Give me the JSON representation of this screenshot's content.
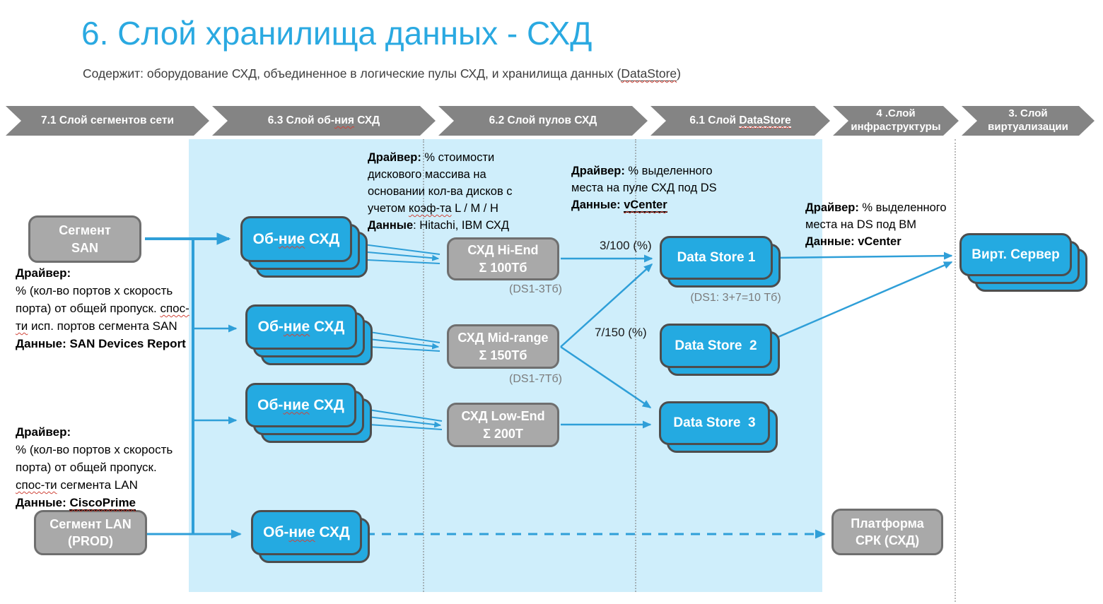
{
  "title": "6. Слой хранилища данных - СХД",
  "subtitle": {
    "prefix": "Содержит: оборудование СХД, объединенное в логические пулы СХД, и хранилища данных (",
    "link": "DataStore",
    "suffix": ")"
  },
  "band": {
    "s1": "7.1 Слой сегментов сети",
    "s2a": "6.3 Слой об-",
    "s2b": "ния",
    "s2c": " СХД",
    "s3": "6.2 Слой пулов СХД",
    "s4a": "6.1 Слой ",
    "s4b": "DataStore",
    "s5a": "4 .Слой",
    "s5b": "инфраструктуры",
    "s6a": "3. Слой",
    "s6b": "виртуализации"
  },
  "nodes": {
    "segment_san": {
      "l1": "Сегмент",
      "l2": "SAN"
    },
    "segment_lan": {
      "l1": "Сегмент LAN",
      "l2": "(PROD)"
    },
    "union": {
      "p1": "Об-",
      "p2": "ние",
      "p3": " СХД"
    },
    "sto_hi": {
      "l1": "СХД Hi-End",
      "l2": "Σ 100Тб"
    },
    "sto_mid": {
      "l1": "СХД Mid-range",
      "l2": "Σ 150Тб"
    },
    "sto_low": {
      "l1": "СХД Low-End",
      "l2": "Σ 200Т"
    },
    "ds1": "Data Store 1",
    "ds2": "Data Store  2",
    "ds3": "Data Store  3",
    "vm": "Вирт. Сервер",
    "srk": {
      "l1": "Платформа",
      "l2": "СРК (СХД)"
    }
  },
  "captions": {
    "hi": "(DS1-3Тб)",
    "mid": "(DS1-7Тб)",
    "ds1": "(DS1: 3+7=10 Тб)"
  },
  "edge_labels": {
    "hi_ds1": "3/100 (%)",
    "mid_ds1": "7/150 (%)"
  },
  "annotations": {
    "san_driver": [
      [
        {
          "t": "Драйвер:",
          "b": 1
        }
      ],
      [
        {
          "t": "% (кол-во портов х скорость"
        }
      ],
      [
        {
          "t": "порта) от общей пропуск. "
        },
        {
          "t": "спос-",
          "wavy": 1
        }
      ],
      [
        {
          "t": "ти",
          "wavy": 1
        },
        {
          "t": " исп. портов сегмента SAN"
        }
      ],
      [
        {
          "t": "Данные: SAN Devices Report",
          "b": 1
        }
      ]
    ],
    "lan_driver": [
      [
        {
          "t": "Драйвер:",
          "b": 1
        }
      ],
      [
        {
          "t": "% (кол-во портов х скорость"
        }
      ],
      [
        {
          "t": "порта) от общей пропуск."
        }
      ],
      [
        {
          "t": "спос-ти",
          "wavy": 1
        },
        {
          "t": " сегмента LAN"
        }
      ],
      [
        {
          "t": "Данные: ",
          "b": 1
        },
        {
          "t": "CiscoPrime",
          "b": 1,
          "u": 1,
          "wavy": 1
        }
      ]
    ],
    "pool_driver": [
      [
        {
          "t": "Драйвер:",
          "b": 1
        },
        {
          "t": " % стоимости"
        }
      ],
      [
        {
          "t": "дискового массива на"
        }
      ],
      [
        {
          "t": "основании кол-ва дисков с"
        }
      ],
      [
        {
          "t": "учетом "
        },
        {
          "t": "коэф-та",
          "wavy": 1
        },
        {
          "t": " L / M / H"
        }
      ],
      [
        {
          "t": "Данные",
          "b": 1
        },
        {
          "t": ": Hitachi,  IBM СХД"
        }
      ]
    ],
    "ds_driver": [
      [
        {
          "t": "Драйвер:",
          "b": 1
        },
        {
          "t": " % выделенного"
        }
      ],
      [
        {
          "t": "места на пуле СХД под DS"
        }
      ],
      [
        {
          "t": "Данные: ",
          "b": 1
        },
        {
          "t": "vCenter",
          "b": 1,
          "u": 1,
          "wavy": 1
        }
      ]
    ],
    "vm_driver": [
      [
        {
          "t": "Драйвер:",
          "b": 1
        },
        {
          "t": " % выделенного"
        }
      ],
      [
        {
          "t": "места на DS под ВМ"
        }
      ],
      [
        {
          "t": "Данные: vCenter",
          "b": 1
        }
      ]
    ]
  },
  "colors": {
    "accent_blue": "#29abe2",
    "band_gray": "#848484",
    "box_gray": "#a9a9a9",
    "bg_light_blue": "#cfeefb",
    "edge_blue": "#2f9fd8"
  }
}
